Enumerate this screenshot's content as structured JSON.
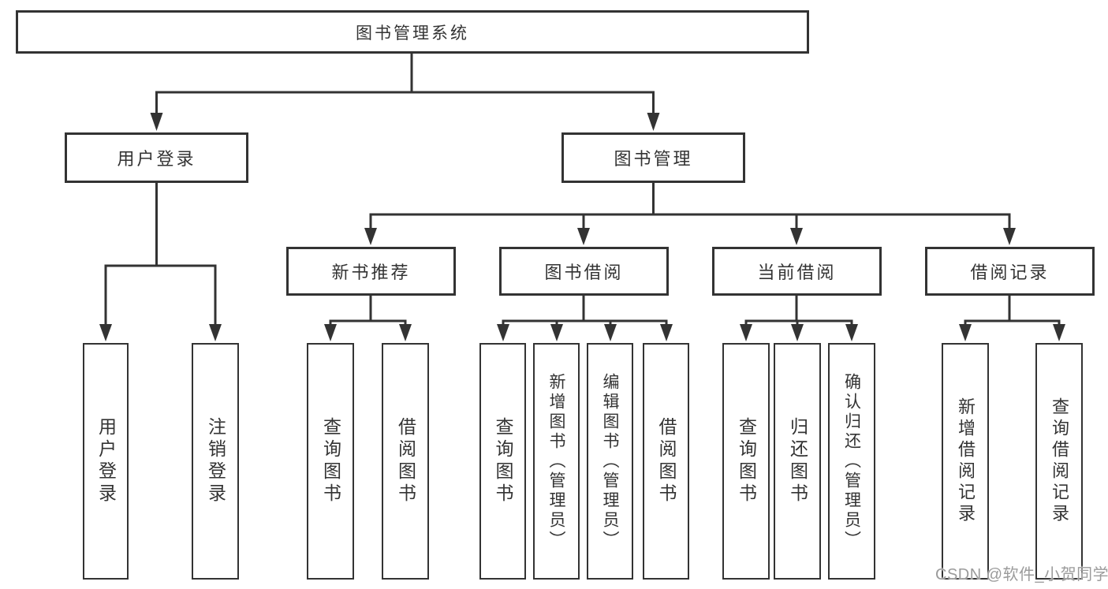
{
  "tree": {
    "label": "图书管理系统",
    "children": [
      {
        "label": "用户登录",
        "children": [
          {
            "label": "用户登录"
          },
          {
            "label": "注销登录"
          }
        ]
      },
      {
        "label": "图书管理",
        "children": [
          {
            "label": "新书推荐",
            "children": [
              {
                "label": "查询图书"
              },
              {
                "label": "借阅图书"
              }
            ]
          },
          {
            "label": "图书借阅",
            "children": [
              {
                "label": "查询图书"
              },
              {
                "label": "新增图书（管理员）"
              },
              {
                "label": "编辑图书（管理员）"
              },
              {
                "label": "借阅图书"
              }
            ]
          },
          {
            "label": "当前借阅",
            "children": [
              {
                "label": "查询图书"
              },
              {
                "label": "归还图书"
              },
              {
                "label": "确认归还（管理员）"
              }
            ]
          },
          {
            "label": "借阅记录",
            "children": [
              {
                "label": "新增借阅记录"
              },
              {
                "label": "查询借阅记录"
              }
            ]
          }
        ]
      }
    ]
  },
  "watermark": {
    "text": "CSDN @软件_小贺同学"
  },
  "colors": {
    "line": "#333333",
    "border": "#333333",
    "text": "#333333",
    "background": "#ffffff",
    "watermark": "#9b9b9b"
  }
}
